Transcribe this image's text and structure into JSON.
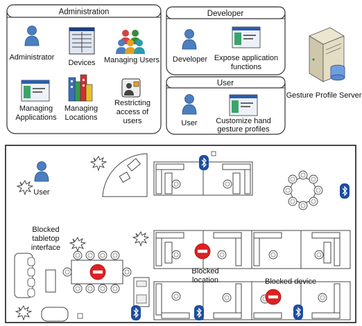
{
  "admin_panel": {
    "title": "Administration",
    "items": {
      "administrator": "Administrator",
      "devices": "Devices",
      "managing_users": "Managing Users",
      "managing_applications": [
        "Managing",
        "Applications"
      ],
      "managing_locations": [
        "Managing",
        "Locations"
      ],
      "restricting_access": [
        "Restricting",
        "access of",
        "users"
      ]
    }
  },
  "developer_panel": {
    "title": "Developer",
    "items": {
      "developer": "Developer",
      "expose_functions": [
        "Expose application",
        "functions"
      ]
    }
  },
  "user_panel": {
    "title": "User",
    "items": {
      "user": "User",
      "customize_profiles": [
        "Customize hand",
        "gesture profiles"
      ]
    }
  },
  "server": {
    "label": "Gesture Profile Server"
  },
  "floor_plan": {
    "user_label": "User",
    "blocked_tabletop": [
      "Blocked",
      "tabletop",
      "interface"
    ],
    "blocked_location": [
      "Blocked",
      "location"
    ],
    "blocked_device": "Blocked device"
  },
  "colors": {
    "person_blue": "#4a7fc0",
    "window_blue": "#2a5db0",
    "no_entry_red": "#e02020",
    "bluetooth_blue": "#1d4e9e",
    "server_beige": "#d9d2b8"
  }
}
